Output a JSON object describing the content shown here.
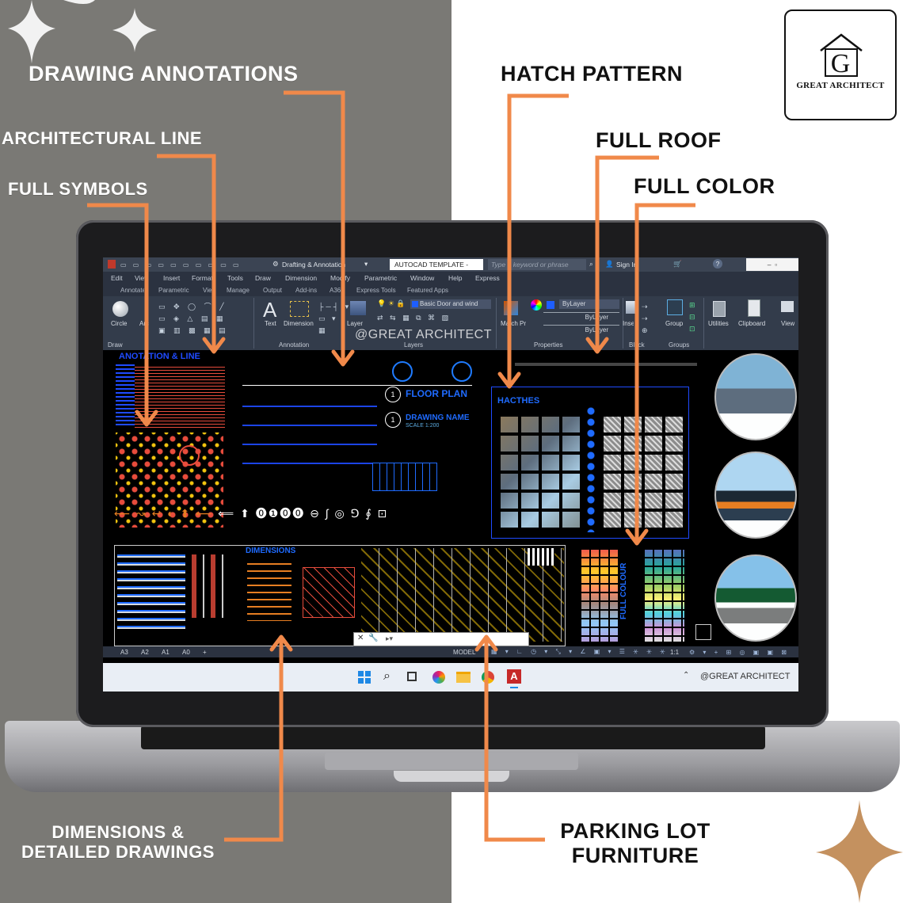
{
  "callouts": {
    "drawing_annotations": "DRAWING ANNOTATIONS",
    "architectural_line": "ARCHITECTURAL LINE",
    "full_symbols": "FULL SYMBOLS",
    "hatch_pattern": "HATCH PATTERN",
    "full_roof": "FULL ROOF",
    "full_color": "FULL COLOR",
    "dimensions_line1": "DIMENSIONS &",
    "dimensions_line2": "DETAILED DRAWINGS",
    "parking_line1": "PARKING LOT",
    "parking_line2": "FURNITURE"
  },
  "logo": {
    "text": "GREAT ARCHITECT",
    "letter": "G"
  },
  "colors": {
    "accent_arrow": "#f0894a",
    "left_bg": "#7a7975",
    "canvas_bg": "#000000",
    "ribbon_bg": "#333c4b"
  },
  "autocad": {
    "workspace": "Drafting & Annotation",
    "file_title": "AUTOCAD TEMPLATE - EN...",
    "search_placeholder": "Type a keyword or phrase",
    "sign_in": "Sign In",
    "menu": [
      "Edit",
      "View",
      "Insert",
      "Format",
      "Tools",
      "Draw",
      "Dimension",
      "Modify",
      "Parametric",
      "Window",
      "Help",
      "Express"
    ],
    "tabs": [
      "Annotate",
      "Parametric",
      "View",
      "Manage",
      "Output",
      "Add-ins",
      "A360",
      "Express Tools",
      "Featured Apps"
    ],
    "ribbon": {
      "circle": "Circle",
      "arc": "Arc",
      "text": "Text",
      "dimension": "Dimension",
      "layer_properties": "Layer Properties",
      "layer_name": "Basic Door and wind",
      "bylayer_1": "ByLayer",
      "bylayer_2": "ByLayer",
      "bylayer_3": "ByLayer",
      "match_properties": "Match Properties",
      "insert": "Insert",
      "group": "Group",
      "utilities": "Utilities",
      "clipboard": "Clipboard",
      "view": "View",
      "watermark": "@GREAT ARCHITECT",
      "panels": [
        "Draw",
        "Annotation",
        "Layers",
        "Properties",
        "Block",
        "Groups"
      ]
    },
    "canvas": {
      "anotation_title": "ANOTATION & LINE",
      "floor_plan": "FLOOR PLAN",
      "drawing_name": "DRAWING NAME",
      "scale": "SCALE 1:200",
      "hatches": "HACTHES",
      "dimensions": "DIMENSIONS",
      "full_colour": "FULL COLOUR"
    },
    "status": {
      "layouts": [
        "A3",
        "A2",
        "A1",
        "A0"
      ],
      "model": "MODEL",
      "scale": "1:1"
    },
    "taskbar": {
      "tray_text": "@GREAT ARCHITECT"
    }
  }
}
